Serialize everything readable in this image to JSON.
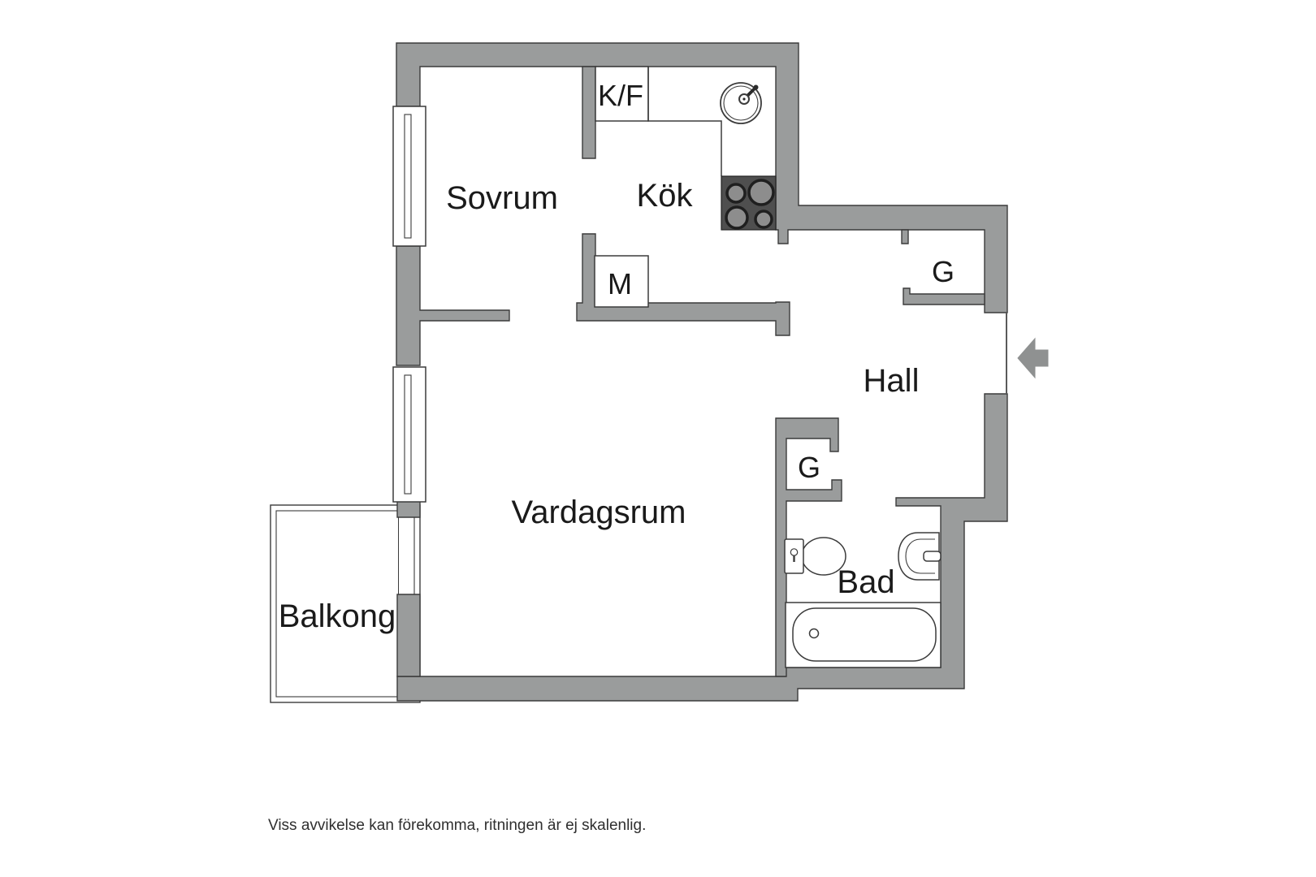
{
  "floorplan": {
    "colors": {
      "page_bg": "#ffffff",
      "wall_fill": "#9a9c9c",
      "wall_outline": "#3b3b3b",
      "stove_fill": "#4f4f4f",
      "arrow_fill": "#8f9191",
      "text_color": "#1a1a1a"
    },
    "rooms": {
      "sovrum": "Sovrum",
      "kok": "Kök",
      "vardagsrum": "Vardagsrum",
      "hall": "Hall",
      "bad": "Bad",
      "balkong": "Balkong"
    },
    "fixtures": {
      "kf": "K/F",
      "m": "M",
      "g_hall": "G",
      "g_vardagsrum": "G"
    },
    "disclaimer": "Viss avvikelse kan förekomma, ritningen är ej skalenlig."
  }
}
